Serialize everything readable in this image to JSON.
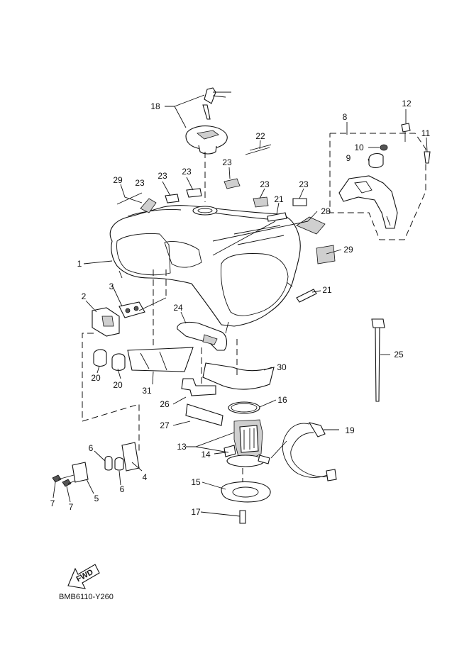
{
  "diagram": {
    "code": "BMB6110-Y260",
    "fwd_label": "FWD",
    "callouts": [
      {
        "id": "c1",
        "num": "1"
      },
      {
        "id": "c2",
        "num": "2"
      },
      {
        "id": "c3",
        "num": "3"
      },
      {
        "id": "c4",
        "num": "4"
      },
      {
        "id": "c5",
        "num": "5"
      },
      {
        "id": "c6a",
        "num": "6"
      },
      {
        "id": "c6b",
        "num": "6"
      },
      {
        "id": "c7a",
        "num": "7"
      },
      {
        "id": "c7b",
        "num": "7"
      },
      {
        "id": "c8",
        "num": "8"
      },
      {
        "id": "c9",
        "num": "9"
      },
      {
        "id": "c10",
        "num": "10"
      },
      {
        "id": "c11",
        "num": "11"
      },
      {
        "id": "c12",
        "num": "12"
      },
      {
        "id": "c13",
        "num": "13"
      },
      {
        "id": "c14",
        "num": "14"
      },
      {
        "id": "c15",
        "num": "15"
      },
      {
        "id": "c16",
        "num": "16"
      },
      {
        "id": "c17",
        "num": "17"
      },
      {
        "id": "c18",
        "num": "18"
      },
      {
        "id": "c19",
        "num": "19"
      },
      {
        "id": "c20a",
        "num": "20"
      },
      {
        "id": "c20b",
        "num": "20"
      },
      {
        "id": "c21a",
        "num": "21"
      },
      {
        "id": "c21b",
        "num": "21"
      },
      {
        "id": "c22",
        "num": "22"
      },
      {
        "id": "c23a",
        "num": "23"
      },
      {
        "id": "c23b",
        "num": "23"
      },
      {
        "id": "c23c",
        "num": "23"
      },
      {
        "id": "c23d",
        "num": "23"
      },
      {
        "id": "c23e",
        "num": "23"
      },
      {
        "id": "c23f",
        "num": "23"
      },
      {
        "id": "c24",
        "num": "24"
      },
      {
        "id": "c25",
        "num": "25"
      },
      {
        "id": "c26",
        "num": "26"
      },
      {
        "id": "c27",
        "num": "27"
      },
      {
        "id": "c28",
        "num": "28"
      },
      {
        "id": "c29a",
        "num": "29"
      },
      {
        "id": "c29b",
        "num": "29"
      },
      {
        "id": "c30",
        "num": "30"
      },
      {
        "id": "c31",
        "num": "31"
      }
    ]
  }
}
